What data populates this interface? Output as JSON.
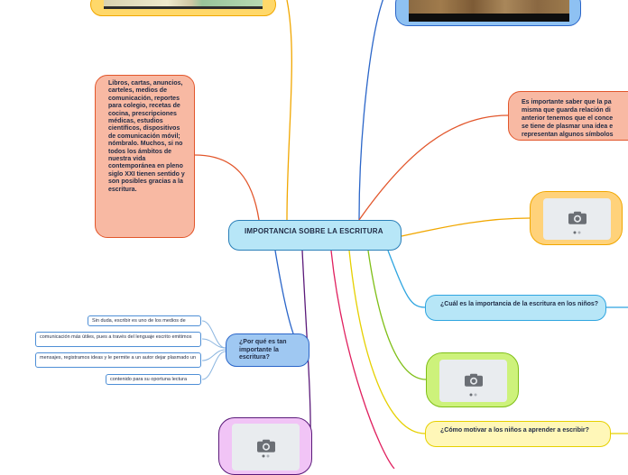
{
  "central_topic": "IMPORTANCIA SOBRE LA ESCRITURA",
  "left_note": "Libros, cartas, anuncios, carteles, medios de comunicación, reportes para colegio, recetas de cocina, prescripciones médicas, estudios científicos, dispositivos de comunicación móvil; nómbralo. Muchos, si no todos los ámbitos de nuestra vida contemporánea en pleno siglo XXI tienen sentido y son posibles gracias a la escritura.",
  "right_note": {
    "line1": "Es importante saber que la pa",
    "line2": "misma que guarda relación di",
    "line3": "anterior tenemos que el conce",
    "line4": "se tiene de plasmar una idea e",
    "line5": "representan algunos símbolos"
  },
  "questions": {
    "why": "¿Por qué es tan importante la escritura?",
    "children": "¿Cuál es la importancia de la escritura en los niños?",
    "motivate": "¿Cómo motivar a los niños a aprender a escribir?"
  },
  "why_leaves": [
    "Sin duda, escribir es uno de los medios de",
    "comunicación más útiles, pues a través del lenguaje escrito emitimos",
    "mensajes, registramos ideas y le permite a un autor dejar plasmado un",
    "contenido para su oportuna lectura"
  ],
  "icons": {
    "image_placeholder": "camera-icon"
  },
  "colors": {
    "central_fill": "#b7e6f7",
    "salmon_fill": "#f8b9a3",
    "orange_frame": "#ffd27a",
    "green_frame": "#cdf27b",
    "purple_frame": "#f1c4f6",
    "blue_question": "#b7e6f7",
    "yellow_question": "#fff7b8"
  }
}
